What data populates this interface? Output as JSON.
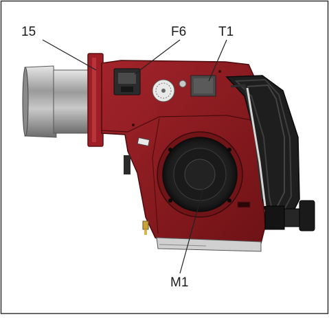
{
  "figure": {
    "callouts": {
      "label_15": "15",
      "label_f6": "F6",
      "label_t1": "T1",
      "label_m1": "M1"
    },
    "colors": {
      "frame": "#333333",
      "body_red": "#8e1b1f",
      "body_red_dark": "#5e0f12",
      "housing_black": "#1e1e1e",
      "tube_silver": "#b5b5b5",
      "leader_line": "#222222"
    }
  }
}
